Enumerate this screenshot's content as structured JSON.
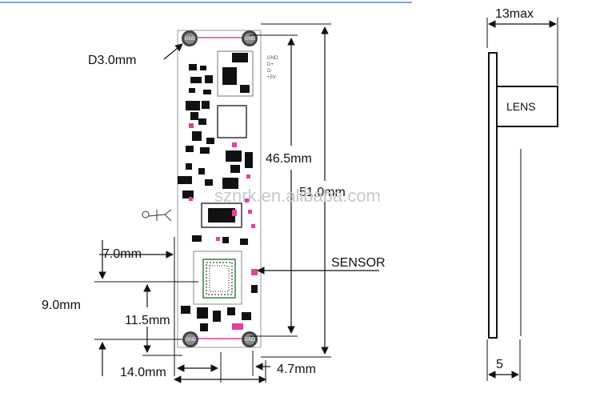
{
  "labels": {
    "hole_diameter": "D3.0mm",
    "height_46": "46.5mm",
    "height_51": "51.0mm",
    "dim_7": "7.0mm",
    "dim_9": "9.0mm",
    "dim_11_5": "11.5mm",
    "width_14": "14.0mm",
    "offset_4_7": "4.7mm",
    "sensor": "SENSOR",
    "depth_13": "13max",
    "lens": "LENS",
    "thickness_5": "5",
    "watermark": "sznrk.en.alibaba.com",
    "gnd": "GND",
    "connector_pins": [
      "GND",
      "D+",
      "D-",
      "+5V"
    ]
  },
  "colors": {
    "line": "#111111",
    "accent": "#e040a0",
    "board_outline": "#999999"
  }
}
